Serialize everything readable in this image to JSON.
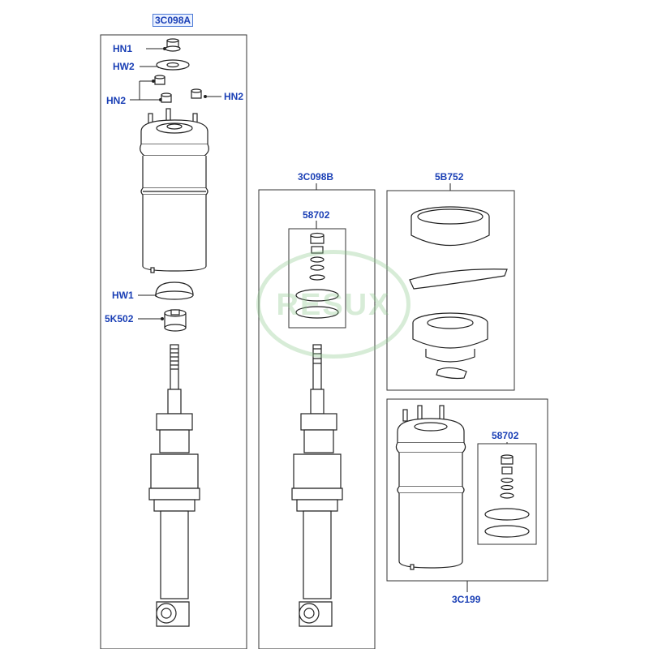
{
  "diagram": {
    "watermark_text": "RESUX",
    "labels": {
      "assembly_front": "3C098A",
      "hn1": "HN1",
      "hw2": "HW2",
      "hn2_left": "HN2",
      "hn2_right": "HN2",
      "hw1": "HW1",
      "k502": "5K502",
      "assembly_mid": "3C098B",
      "kit_mid": "58702",
      "mount_kit": "5B752",
      "kit_right": "58702",
      "air_spring": "3C199"
    },
    "colors": {
      "label_text": "#1a3fb5",
      "line_art": "#222222",
      "frame": "#333333",
      "watermark": "#8cc88c"
    }
  }
}
